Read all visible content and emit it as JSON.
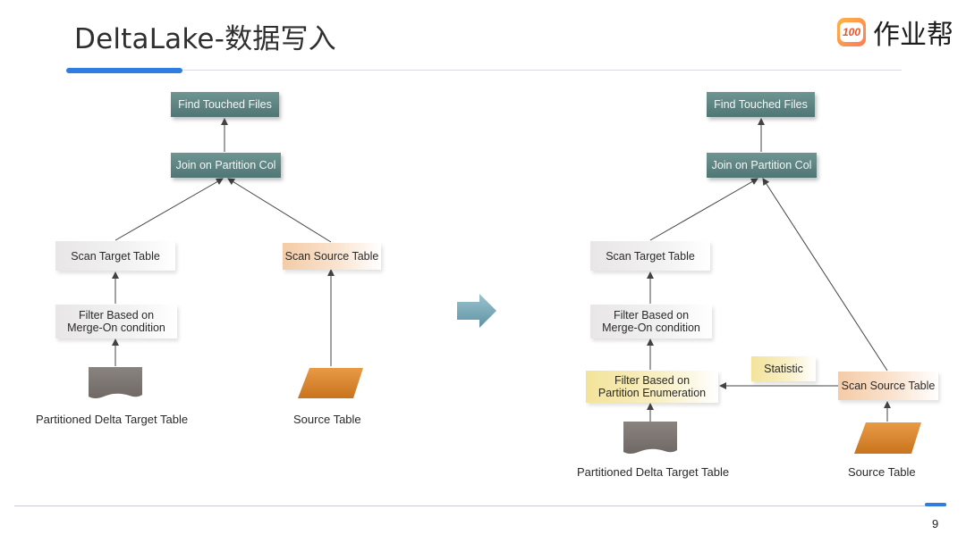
{
  "slide": {
    "title": "DeltaLake-数据写入",
    "logo_text": "作业帮",
    "logo_badge_text": "100",
    "page_number": "9"
  },
  "diagram_left": {
    "find_touched_files": "Find Touched Files",
    "join_on_partition": "Join on Partition Col",
    "scan_target_table": "Scan Target Table",
    "scan_source_table": "Scan Source Table",
    "filter_merge_on": "Filter Based on\nMerge-On condition",
    "target_table_label": "Partitioned Delta Target Table",
    "source_table_label": "Source Table"
  },
  "diagram_right": {
    "find_touched_files": "Find Touched Files",
    "join_on_partition": "Join on Partition Col",
    "scan_target_table": "Scan Target Table",
    "filter_merge_on": "Filter Based on\nMerge-On condition",
    "filter_partition_enum": "Filter Based on\nPartition Enumeration",
    "statistic": "Statistic",
    "scan_source_table": "Scan Source Table",
    "target_table_label": "Partitioned Delta Target Table",
    "source_table_label": "Source Table"
  },
  "colors": {
    "accent_blue": "#2f7de1",
    "dark_node": "#557b79",
    "target_shape": "#7d7672",
    "source_shape": "#d6842b",
    "arrow": "#6ea3b3"
  }
}
